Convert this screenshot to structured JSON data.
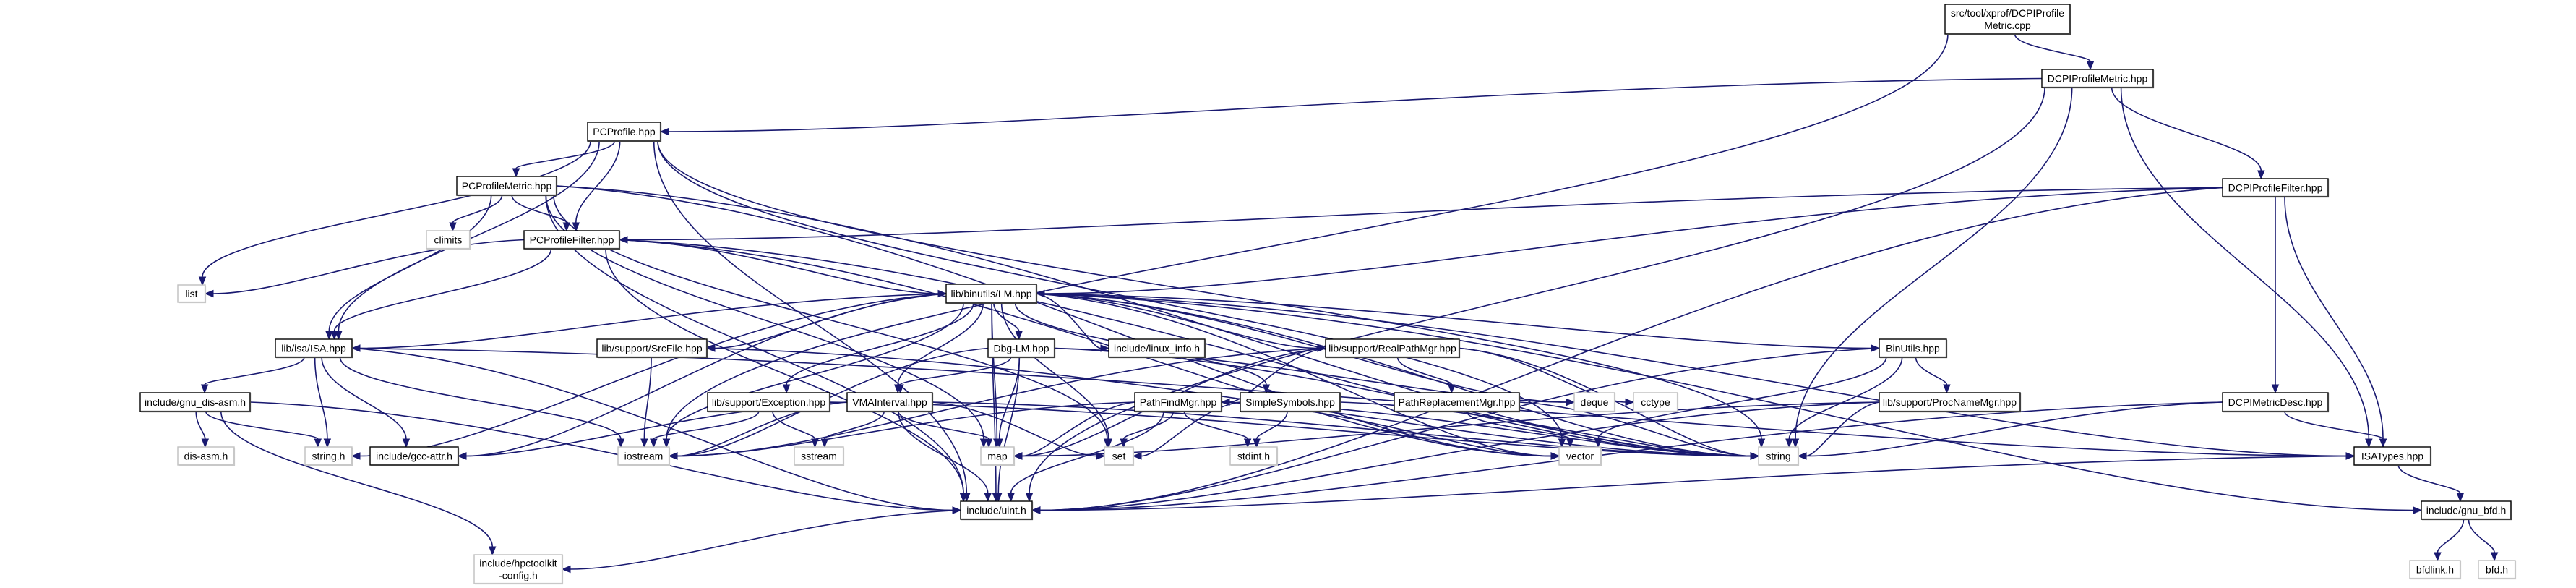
{
  "graph": {
    "colors": {
      "edge": "#191970",
      "project_border": "#000000",
      "system_border": "#bfbfbf",
      "root_fill": "#bfbfbf",
      "node_fill": "#ffffff"
    },
    "nodes": [
      {
        "id": "root",
        "lines": [
          "src/tool/xprof/DCPIProfile",
          "Metric.cpp"
        ],
        "kind": "root"
      },
      {
        "id": "dcpiprofilemetric",
        "lines": [
          "DCPIProfileMetric.hpp"
        ],
        "kind": "project"
      },
      {
        "id": "pcprofile",
        "lines": [
          "PCProfile.hpp"
        ],
        "kind": "project"
      },
      {
        "id": "pcprofilemetric",
        "lines": [
          "PCProfileMetric.hpp"
        ],
        "kind": "project"
      },
      {
        "id": "climits",
        "lines": [
          "climits"
        ],
        "kind": "system"
      },
      {
        "id": "pcprofilefilter",
        "lines": [
          "PCProfileFilter.hpp"
        ],
        "kind": "project"
      },
      {
        "id": "dcpiprofilefilter",
        "lines": [
          "DCPIProfileFilter.hpp"
        ],
        "kind": "project"
      },
      {
        "id": "list",
        "lines": [
          "list"
        ],
        "kind": "system"
      },
      {
        "id": "lm",
        "lines": [
          "lib/binutils/LM.hpp"
        ],
        "kind": "project"
      },
      {
        "id": "isa",
        "lines": [
          "lib/isa/ISA.hpp"
        ],
        "kind": "project"
      },
      {
        "id": "srcfile",
        "lines": [
          "lib/support/SrcFile.hpp"
        ],
        "kind": "project"
      },
      {
        "id": "dbglm",
        "lines": [
          "Dbg-LM.hpp"
        ],
        "kind": "project"
      },
      {
        "id": "linuxinfo",
        "lines": [
          "include/linux_info.h"
        ],
        "kind": "project"
      },
      {
        "id": "realpathmgr",
        "lines": [
          "lib/support/RealPathMgr.hpp"
        ],
        "kind": "project"
      },
      {
        "id": "binutils",
        "lines": [
          "BinUtils.hpp"
        ],
        "kind": "project"
      },
      {
        "id": "gnudisasm",
        "lines": [
          "include/gnu_dis-asm.h"
        ],
        "kind": "project"
      },
      {
        "id": "exception",
        "lines": [
          "lib/support/Exception.hpp"
        ],
        "kind": "project"
      },
      {
        "id": "vmainterval",
        "lines": [
          "VMAInterval.hpp"
        ],
        "kind": "project"
      },
      {
        "id": "pathfindmgr",
        "lines": [
          "PathFindMgr.hpp"
        ],
        "kind": "project"
      },
      {
        "id": "simplesymbols",
        "lines": [
          "SimpleSymbols.hpp"
        ],
        "kind": "project"
      },
      {
        "id": "pathreplacementmgr",
        "lines": [
          "PathReplacementMgr.hpp"
        ],
        "kind": "project"
      },
      {
        "id": "deque",
        "lines": [
          "deque"
        ],
        "kind": "system"
      },
      {
        "id": "cctype",
        "lines": [
          "cctype"
        ],
        "kind": "system"
      },
      {
        "id": "procnamemgr",
        "lines": [
          "lib/support/ProcNameMgr.hpp"
        ],
        "kind": "project"
      },
      {
        "id": "dcpimetricdesc",
        "lines": [
          "DCPIMetricDesc.hpp"
        ],
        "kind": "project"
      },
      {
        "id": "disasm",
        "lines": [
          "dis-asm.h"
        ],
        "kind": "system"
      },
      {
        "id": "stringh",
        "lines": [
          "string.h"
        ],
        "kind": "system"
      },
      {
        "id": "gccattr",
        "lines": [
          "include/gcc-attr.h"
        ],
        "kind": "project"
      },
      {
        "id": "iostream",
        "lines": [
          "iostream"
        ],
        "kind": "system"
      },
      {
        "id": "sstream",
        "lines": [
          "sstream"
        ],
        "kind": "system"
      },
      {
        "id": "map",
        "lines": [
          "map"
        ],
        "kind": "system"
      },
      {
        "id": "set",
        "lines": [
          "set"
        ],
        "kind": "system"
      },
      {
        "id": "stdint",
        "lines": [
          "stdint.h"
        ],
        "kind": "system"
      },
      {
        "id": "vector",
        "lines": [
          "vector"
        ],
        "kind": "system"
      },
      {
        "id": "string",
        "lines": [
          "string"
        ],
        "kind": "system"
      },
      {
        "id": "isatypes",
        "lines": [
          "ISATypes.hpp"
        ],
        "kind": "project"
      },
      {
        "id": "uint",
        "lines": [
          "include/uint.h"
        ],
        "kind": "project"
      },
      {
        "id": "gnubfd",
        "lines": [
          "include/gnu_bfd.h"
        ],
        "kind": "project"
      },
      {
        "id": "hpctoolkitconfig",
        "lines": [
          "include/hpctoolkit",
          "-config.h"
        ],
        "kind": "system"
      },
      {
        "id": "bfdlink",
        "lines": [
          "bfdlink.h"
        ],
        "kind": "system"
      },
      {
        "id": "bfd",
        "lines": [
          "bfd.h"
        ],
        "kind": "system"
      }
    ],
    "edges": [
      [
        "root",
        "dcpiprofilemetric"
      ],
      [
        "root",
        "iostream"
      ],
      [
        "dcpiprofilemetric",
        "pcprofile"
      ],
      [
        "dcpiprofilemetric",
        "uint"
      ],
      [
        "dcpiprofilemetric",
        "dcpiprofilefilter"
      ],
      [
        "dcpiprofilemetric",
        "isatypes"
      ],
      [
        "dcpiprofilemetric",
        "string"
      ],
      [
        "pcprofile",
        "pcprofilemetric"
      ],
      [
        "pcprofile",
        "pcprofilefilter"
      ],
      [
        "pcprofile",
        "list"
      ],
      [
        "pcprofile",
        "isa"
      ],
      [
        "pcprofile",
        "uint"
      ],
      [
        "pcprofile",
        "string"
      ],
      [
        "pcprofile",
        "vector"
      ],
      [
        "pcprofilemetric",
        "climits"
      ],
      [
        "pcprofilemetric",
        "pcprofilefilter"
      ],
      [
        "pcprofilemetric",
        "isa"
      ],
      [
        "pcprofilemetric",
        "uint"
      ],
      [
        "pcprofilemetric",
        "map"
      ],
      [
        "pcprofilemetric",
        "string"
      ],
      [
        "pcprofilemetric",
        "vector"
      ],
      [
        "pcprofilemetric",
        "set"
      ],
      [
        "pcprofilefilter",
        "list"
      ],
      [
        "pcprofilefilter",
        "lm"
      ],
      [
        "pcprofilefilter",
        "isa"
      ],
      [
        "pcprofilefilter",
        "uint"
      ],
      [
        "pcprofilefilter",
        "string"
      ],
      [
        "pcprofilefilter",
        "vector"
      ],
      [
        "dcpiprofilefilter",
        "pcprofilefilter"
      ],
      [
        "dcpiprofilefilter",
        "lm"
      ],
      [
        "dcpiprofilefilter",
        "dcpimetricdesc"
      ],
      [
        "dcpiprofilefilter",
        "isatypes"
      ],
      [
        "dcpiprofilefilter",
        "uint"
      ],
      [
        "lm",
        "isa"
      ],
      [
        "lm",
        "srcfile"
      ],
      [
        "lm",
        "dbglm"
      ],
      [
        "lm",
        "linuxinfo"
      ],
      [
        "lm",
        "realpathmgr"
      ],
      [
        "lm",
        "binutils"
      ],
      [
        "lm",
        "vmainterval"
      ],
      [
        "lm",
        "exception"
      ],
      [
        "lm",
        "simplesymbols"
      ],
      [
        "lm",
        "map"
      ],
      [
        "lm",
        "string"
      ],
      [
        "lm",
        "deque"
      ],
      [
        "lm",
        "iostream"
      ],
      [
        "lm",
        "stringh"
      ],
      [
        "lm",
        "gccattr"
      ],
      [
        "lm",
        "uint"
      ],
      [
        "lm",
        "isatypes"
      ],
      [
        "lm",
        "gnubfd"
      ],
      [
        "lm",
        "vector"
      ],
      [
        "lm",
        "set"
      ],
      [
        "isa",
        "gnudisasm"
      ],
      [
        "isa",
        "stringh"
      ],
      [
        "isa",
        "gccattr"
      ],
      [
        "isa",
        "iostream"
      ],
      [
        "isa",
        "uint"
      ],
      [
        "isa",
        "isatypes"
      ],
      [
        "gnudisasm",
        "disasm"
      ],
      [
        "gnudisasm",
        "stringh"
      ],
      [
        "gnudisasm",
        "hpctoolkitconfig"
      ],
      [
        "gnudisasm",
        "uint"
      ],
      [
        "srcfile",
        "iostream"
      ],
      [
        "srcfile",
        "string"
      ],
      [
        "exception",
        "iostream"
      ],
      [
        "exception",
        "sstream"
      ],
      [
        "exception",
        "string"
      ],
      [
        "vmainterval",
        "map"
      ],
      [
        "vmainterval",
        "set"
      ],
      [
        "vmainterval",
        "uint"
      ],
      [
        "vmainterval",
        "iostream"
      ],
      [
        "vmainterval",
        "gccattr"
      ],
      [
        "vmainterval",
        "string"
      ],
      [
        "vmainterval",
        "sstream"
      ],
      [
        "dbglm",
        "vmainterval"
      ],
      [
        "dbglm",
        "map"
      ],
      [
        "dbglm",
        "uint"
      ],
      [
        "dbglm",
        "deque"
      ],
      [
        "dbglm",
        "string"
      ],
      [
        "dbglm",
        "iostream"
      ],
      [
        "realpathmgr",
        "pathfindmgr"
      ],
      [
        "realpathmgr",
        "pathreplacementmgr"
      ],
      [
        "realpathmgr",
        "cctype"
      ],
      [
        "realpathmgr",
        "string"
      ],
      [
        "realpathmgr",
        "iostream"
      ],
      [
        "realpathmgr",
        "map"
      ],
      [
        "pathfindmgr",
        "map"
      ],
      [
        "pathfindmgr",
        "set"
      ],
      [
        "pathfindmgr",
        "stdint"
      ],
      [
        "pathfindmgr",
        "uint"
      ],
      [
        "pathfindmgr",
        "string"
      ],
      [
        "pathfindmgr",
        "vector"
      ],
      [
        "pathfindmgr",
        "iostream"
      ],
      [
        "simplesymbols",
        "set"
      ],
      [
        "simplesymbols",
        "stdint"
      ],
      [
        "simplesymbols",
        "string"
      ],
      [
        "pathreplacementmgr",
        "vector"
      ],
      [
        "pathreplacementmgr",
        "string"
      ],
      [
        "binutils",
        "procnamemgr"
      ],
      [
        "binutils",
        "string"
      ],
      [
        "binutils",
        "uint"
      ],
      [
        "binutils",
        "vector"
      ],
      [
        "procnamemgr",
        "string"
      ],
      [
        "procnamemgr",
        "uint"
      ],
      [
        "procnamemgr",
        "map"
      ],
      [
        "dcpimetricdesc",
        "string"
      ],
      [
        "dcpimetricdesc",
        "isatypes"
      ],
      [
        "dcpimetricdesc",
        "uint"
      ],
      [
        "isatypes",
        "uint"
      ],
      [
        "isatypes",
        "gnubfd"
      ],
      [
        "gnubfd",
        "bfdlink"
      ],
      [
        "gnubfd",
        "bfd"
      ],
      [
        "uint",
        "hpctoolkitconfig"
      ]
    ]
  }
}
